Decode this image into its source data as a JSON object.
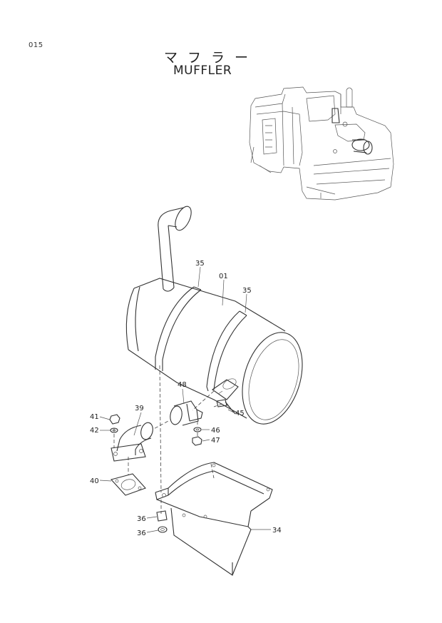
{
  "page_number": "015",
  "title_jp": "マフラー",
  "title_en": "MUFFLER",
  "callouts": [
    {
      "id": "c35a",
      "text": "35"
    },
    {
      "id": "c01",
      "text": "01"
    },
    {
      "id": "c35b",
      "text": "35"
    },
    {
      "id": "c48",
      "text": "48"
    },
    {
      "id": "c39",
      "text": "39"
    },
    {
      "id": "c41",
      "text": "41"
    },
    {
      "id": "c42",
      "text": "42"
    },
    {
      "id": "c45",
      "text": "45"
    },
    {
      "id": "c46",
      "text": "46"
    },
    {
      "id": "c47",
      "text": "47"
    },
    {
      "id": "c40",
      "text": "40"
    },
    {
      "id": "c36a",
      "text": "36"
    },
    {
      "id": "c36b",
      "text": "36"
    },
    {
      "id": "c34",
      "text": "34"
    }
  ]
}
